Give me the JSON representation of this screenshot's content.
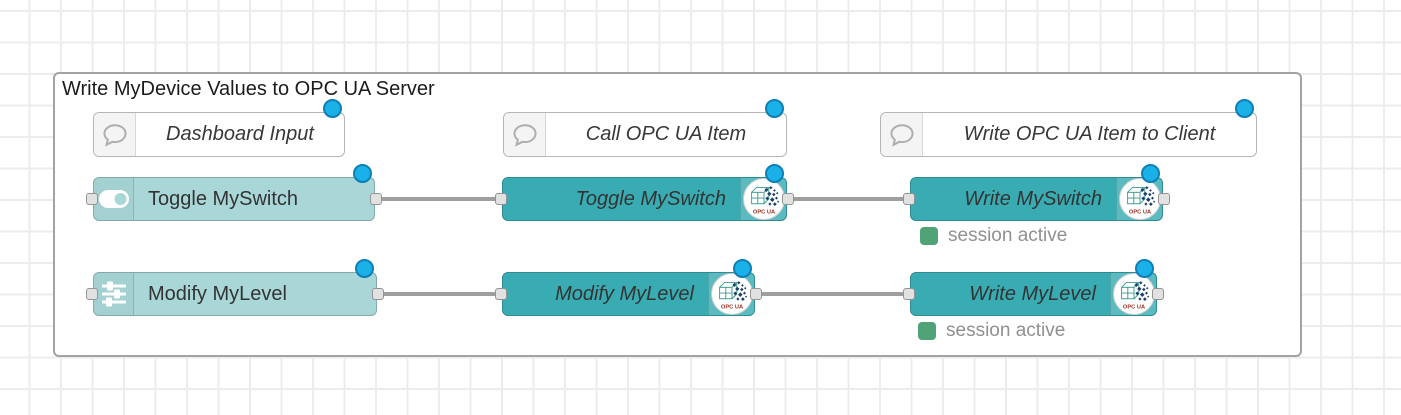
{
  "group": {
    "label": "Write MyDevice Values to OPC UA Server"
  },
  "comments": [
    {
      "label": "Dashboard Input"
    },
    {
      "label": "Call OPC UA Item"
    },
    {
      "label": "Write OPC UA Item to Client"
    }
  ],
  "nodes": [
    {
      "label": "Toggle MySwitch",
      "kind": "dashboard-switch"
    },
    {
      "label": "Modify MyLevel",
      "kind": "dashboard-slider"
    },
    {
      "label": "Toggle MySwitch",
      "kind": "opcua-item"
    },
    {
      "label": "Modify MyLevel",
      "kind": "opcua-item"
    },
    {
      "label": "Write MySwitch",
      "kind": "opcua-write",
      "status": "session active"
    },
    {
      "label": "Write MyLevel",
      "kind": "opcua-write",
      "status": "session active"
    }
  ],
  "badge": {
    "opcua_label": "OPC UA"
  },
  "colors": {
    "grid": "#ececec",
    "wire": "#9e9e9e",
    "light_node": "#a9d7d8",
    "dark_node": "#39acb3",
    "status_green": "#4fa377",
    "changed_blue": "#1ab1e8"
  }
}
